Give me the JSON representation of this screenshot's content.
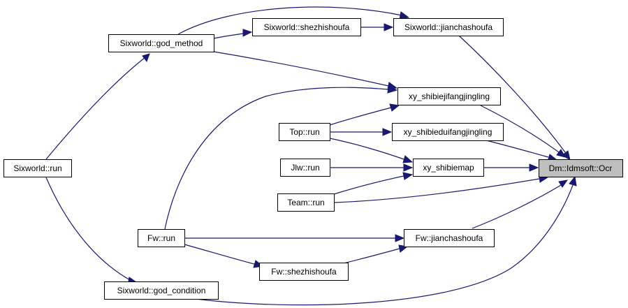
{
  "colors": {
    "edge": "#191970",
    "node_fill": "#ffffff",
    "node_border": "#000000",
    "highlight_fill": "#bfbfbf"
  },
  "nodes": {
    "sixworld_run": "Sixworld::run",
    "sixworld_god_method": "Sixworld::god_method",
    "sixworld_shezhishoufa": "Sixworld::shezhishoufa",
    "sixworld_jianchashoufa": "Sixworld::jianchashoufa",
    "xy_shibiejifangjingling": "xy_shibiejifangjingling",
    "top_run": "Top::run",
    "xy_shibieduifangjingling": "xy_shibieduifangjingling",
    "jlw_run": "Jlw::run",
    "xy_shibiemap": "xy_shibiemap",
    "team_run": "Team::run",
    "dm_idmsoft_ocr": "Dm::Idmsoft::Ocr",
    "fw_run": "Fw::run",
    "fw_jianchashoufa": "Fw::jianchashoufa",
    "fw_shezhishoufa": "Fw::shezhishoufa",
    "sixworld_god_condition": "Sixworld::god_condition"
  }
}
